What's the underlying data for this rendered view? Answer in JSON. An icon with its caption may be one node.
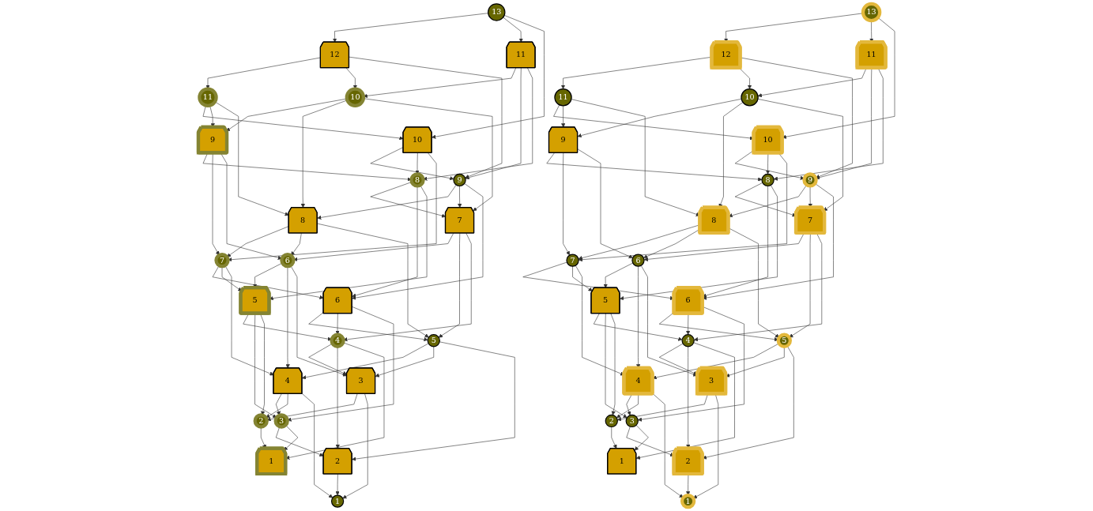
{
  "diagram": {
    "nodes": [
      {
        "text": [
          "13"
        ]
      },
      {
        "text": [
          "12"
        ]
      },
      {
        "text": [
          "11"
        ]
      },
      {
        "text": [
          "10"
        ]
      },
      {
        "text": [
          "11"
        ]
      },
      {
        "text": [
          "10"
        ]
      },
      {
        "text": [
          "9"
        ]
      },
      {
        "text": [
          "8"
        ]
      },
      {
        "text": [
          "7"
        ]
      },
      {
        "text": [
          "9"
        ]
      },
      {
        "text": [
          "8"
        ]
      },
      {
        "text": [
          "7"
        ]
      },
      {
        "text": [
          "6"
        ]
      },
      {
        "text": [
          "5"
        ]
      },
      {
        "text": [
          "4"
        ]
      },
      {
        "text": [
          "6"
        ]
      },
      {
        "text": [
          "5"
        ]
      },
      {
        "text": [
          "4"
        ]
      },
      {
        "text": [
          "3"
        ]
      },
      {
        "text": [
          "2"
        ]
      },
      {
        "text": [
          "1"
        ]
      },
      {
        "text": [
          "3"
        ]
      },
      {
        "text": [
          "2"
        ]
      },
      {
        "text": [
          "1"
        ]
      },
      {
        "text": [
          "13"
        ]
      },
      {
        "text": [
          "12"
        ]
      },
      {
        "text": [
          "11"
        ]
      },
      {
        "text": [
          "10"
        ]
      },
      {
        "text": [
          "11"
        ]
      },
      {
        "text": [
          "10"
        ]
      },
      {
        "text": [
          "9"
        ]
      },
      {
        "text": [
          "8"
        ]
      },
      {
        "text": [
          "7"
        ]
      },
      {
        "text": [
          "9"
        ]
      },
      {
        "text": [
          "8"
        ]
      },
      {
        "text": [
          "7"
        ]
      },
      {
        "text": [
          "6"
        ]
      },
      {
        "text": [
          "5"
        ]
      },
      {
        "text": [
          "4"
        ]
      },
      {
        "text": [
          "6"
        ]
      },
      {
        "text": [
          "5"
        ]
      },
      {
        "text": [
          "4"
        ]
      },
      {
        "text": [
          "3"
        ]
      },
      {
        "text": [
          "2"
        ]
      },
      {
        "text": [
          "1"
        ]
      },
      {
        "text": [
          "3"
        ]
      },
      {
        "text": [
          "2"
        ]
      },
      {
        "text": [
          "1"
        ]
      }
    ],
    "edges": [
      {
        "from": 0,
        "to": 1,
        "arrow": "to"
      },
      {
        "from": 0,
        "to": 2,
        "arrow": "to"
      },
      {
        "from": 0,
        "to": 3,
        "arrow": "to"
      },
      {
        "from": 1,
        "to": 4,
        "arrow": "to"
      },
      {
        "from": 1,
        "to": 5,
        "arrow": "to"
      },
      {
        "from": 1,
        "to": 6,
        "arrow": "to"
      },
      {
        "from": 2,
        "to": 5,
        "arrow": "to"
      },
      {
        "from": 2,
        "to": 6,
        "arrow": "to"
      },
      {
        "from": 2,
        "to": 7,
        "arrow": "to"
      },
      {
        "from": 3,
        "to": 6,
        "arrow": "to"
      },
      {
        "from": 3,
        "to": 7,
        "arrow": "to"
      },
      {
        "from": 3,
        "to": 8,
        "arrow": "to"
      },
      {
        "from": 4,
        "to": 3,
        "arrow": "to"
      },
      {
        "from": 4,
        "to": 9,
        "arrow": "to"
      },
      {
        "from": 4,
        "to": 10,
        "arrow": "to"
      },
      {
        "from": 5,
        "to": 9,
        "arrow": "to"
      },
      {
        "from": 5,
        "to": 10,
        "arrow": "to"
      },
      {
        "from": 5,
        "to": 11,
        "arrow": "to"
      },
      {
        "from": 6,
        "to": 10,
        "arrow": "to"
      },
      {
        "from": 6,
        "to": 11,
        "arrow": "to"
      },
      {
        "from": 6,
        "to": 12,
        "arrow": "to"
      },
      {
        "from": 7,
        "to": 11,
        "arrow": "to"
      },
      {
        "from": 7,
        "to": 12,
        "arrow": "to"
      },
      {
        "from": 7,
        "to": 13,
        "arrow": "to"
      },
      {
        "from": 8,
        "to": 12,
        "arrow": "to"
      },
      {
        "from": 8,
        "to": 13,
        "arrow": "to"
      },
      {
        "from": 8,
        "to": 14,
        "arrow": "to"
      },
      {
        "from": 9,
        "to": 7,
        "arrow": "to"
      },
      {
        "from": 9,
        "to": 8,
        "arrow": "to"
      },
      {
        "from": 10,
        "to": 8,
        "arrow": "to"
      },
      {
        "from": 9,
        "to": 15,
        "arrow": "to"
      },
      {
        "from": 10,
        "to": 15,
        "arrow": "to"
      },
      {
        "from": 10,
        "to": 16,
        "arrow": "to"
      },
      {
        "from": 11,
        "to": 15,
        "arrow": "to"
      },
      {
        "from": 11,
        "to": 16,
        "arrow": "to"
      },
      {
        "from": 11,
        "to": 17,
        "arrow": "to"
      },
      {
        "from": 12,
        "to": 16,
        "arrow": "to"
      },
      {
        "from": 12,
        "to": 17,
        "arrow": "to"
      },
      {
        "from": 12,
        "to": 18,
        "arrow": "to"
      },
      {
        "from": 13,
        "to": 17,
        "arrow": "to"
      },
      {
        "from": 13,
        "to": 18,
        "arrow": "to"
      },
      {
        "from": 13,
        "to": 19,
        "arrow": "to"
      },
      {
        "from": 14,
        "to": 18,
        "arrow": "to"
      },
      {
        "from": 14,
        "to": 19,
        "arrow": "to"
      },
      {
        "from": 14,
        "to": 20,
        "arrow": "to"
      },
      {
        "from": 15,
        "to": 13,
        "arrow": "to"
      },
      {
        "from": 15,
        "to": 14,
        "arrow": "to"
      },
      {
        "from": 16,
        "to": 14,
        "arrow": "to"
      },
      {
        "from": 15,
        "to": 21,
        "arrow": "to"
      },
      {
        "from": 16,
        "to": 21,
        "arrow": "to"
      },
      {
        "from": 16,
        "to": 22,
        "arrow": "to"
      },
      {
        "from": 17,
        "to": 21,
        "arrow": "to"
      },
      {
        "from": 17,
        "to": 22,
        "arrow": "to"
      },
      {
        "from": 17,
        "to": 23,
        "arrow": "to"
      },
      {
        "from": 18,
        "to": 22,
        "arrow": "to"
      },
      {
        "from": 18,
        "to": 23,
        "arrow": "to"
      },
      {
        "from": 19,
        "to": 23,
        "arrow": "to"
      },
      {
        "from": 21,
        "to": 19,
        "arrow": "to"
      },
      {
        "from": 21,
        "to": 20,
        "arrow": "to"
      },
      {
        "from": 22,
        "to": 20,
        "arrow": "to"
      },
      {
        "from": 24,
        "to": 25,
        "arrow": "to"
      },
      {
        "from": 24,
        "to": 26,
        "arrow": "to"
      },
      {
        "from": 24,
        "to": 27,
        "arrow": "to"
      },
      {
        "from": 25,
        "to": 28,
        "arrow": "to"
      },
      {
        "from": 25,
        "to": 29,
        "arrow": "to"
      },
      {
        "from": 25,
        "to": 30,
        "arrow": "to"
      },
      {
        "from": 26,
        "to": 29,
        "arrow": "to"
      },
      {
        "from": 26,
        "to": 30,
        "arrow": "to"
      },
      {
        "from": 26,
        "to": 31,
        "arrow": "to"
      },
      {
        "from": 27,
        "to": 30,
        "arrow": "to"
      },
      {
        "from": 27,
        "to": 31,
        "arrow": "to"
      },
      {
        "from": 27,
        "to": 32,
        "arrow": "to"
      },
      {
        "from": 28,
        "to": 27,
        "arrow": "to"
      },
      {
        "from": 28,
        "to": 33,
        "arrow": "to"
      },
      {
        "from": 28,
        "to": 34,
        "arrow": "to"
      },
      {
        "from": 29,
        "to": 33,
        "arrow": "to"
      },
      {
        "from": 29,
        "to": 34,
        "arrow": "to"
      },
      {
        "from": 29,
        "to": 35,
        "arrow": "to"
      },
      {
        "from": 30,
        "to": 34,
        "arrow": "to"
      },
      {
        "from": 30,
        "to": 35,
        "arrow": "to"
      },
      {
        "from": 30,
        "to": 36,
        "arrow": "to"
      },
      {
        "from": 31,
        "to": 35,
        "arrow": "to"
      },
      {
        "from": 31,
        "to": 36,
        "arrow": "to"
      },
      {
        "from": 31,
        "to": 37,
        "arrow": "to"
      },
      {
        "from": 32,
        "to": 36,
        "arrow": "to"
      },
      {
        "from": 32,
        "to": 37,
        "arrow": "to"
      },
      {
        "from": 32,
        "to": 38,
        "arrow": "to"
      },
      {
        "from": 33,
        "to": 31,
        "arrow": "to"
      },
      {
        "from": 33,
        "to": 32,
        "arrow": "to"
      },
      {
        "from": 34,
        "to": 32,
        "arrow": "to"
      },
      {
        "from": 33,
        "to": 39,
        "arrow": "to"
      },
      {
        "from": 34,
        "to": 39,
        "arrow": "to"
      },
      {
        "from": 34,
        "to": 40,
        "arrow": "to"
      },
      {
        "from": 35,
        "to": 39,
        "arrow": "to"
      },
      {
        "from": 35,
        "to": 40,
        "arrow": "to"
      },
      {
        "from": 35,
        "to": 41,
        "arrow": "to"
      },
      {
        "from": 36,
        "to": 40,
        "arrow": "to"
      },
      {
        "from": 36,
        "to": 41,
        "arrow": "to"
      },
      {
        "from": 36,
        "to": 42,
        "arrow": "to"
      },
      {
        "from": 37,
        "to": 41,
        "arrow": "to"
      },
      {
        "from": 37,
        "to": 42,
        "arrow": "to"
      },
      {
        "from": 37,
        "to": 43,
        "arrow": "to"
      },
      {
        "from": 38,
        "to": 42,
        "arrow": "to"
      },
      {
        "from": 38,
        "to": 43,
        "arrow": "to"
      },
      {
        "from": 38,
        "to": 44,
        "arrow": "to"
      },
      {
        "from": 39,
        "to": 37,
        "arrow": "to"
      },
      {
        "from": 39,
        "to": 38,
        "arrow": "to"
      },
      {
        "from": 40,
        "to": 38,
        "arrow": "to"
      },
      {
        "from": 39,
        "to": 45,
        "arrow": "to"
      },
      {
        "from": 40,
        "to": 45,
        "arrow": "to"
      },
      {
        "from": 40,
        "to": 46,
        "arrow": "to"
      },
      {
        "from": 41,
        "to": 45,
        "arrow": "to"
      },
      {
        "from": 41,
        "to": 46,
        "arrow": "to"
      },
      {
        "from": 41,
        "to": 47,
        "arrow": "to"
      },
      {
        "from": 42,
        "to": 46,
        "arrow": "to"
      },
      {
        "from": 42,
        "to": 47,
        "arrow": "to"
      },
      {
        "from": 43,
        "to": 47,
        "arrow": "to"
      },
      {
        "from": 45,
        "to": 43,
        "arrow": "to"
      },
      {
        "from": 45,
        "to": 44,
        "arrow": "to"
      },
      {
        "from": 46,
        "to": 44,
        "arrow": "to"
      }
    ]
  }
}
